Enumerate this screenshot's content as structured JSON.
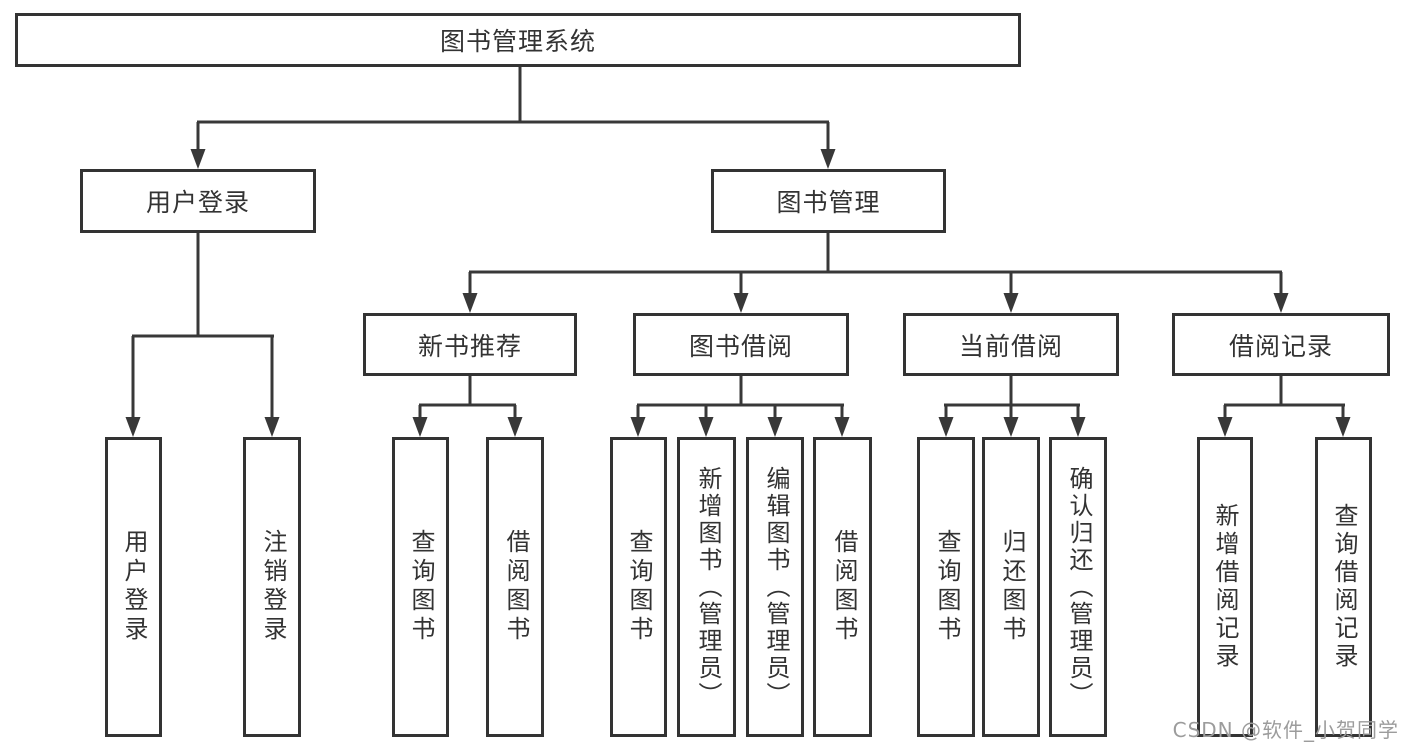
{
  "diagram": {
    "nodes": {
      "root": "图书管理系统",
      "user_login": "用户登录",
      "book_mgmt": "图书管理",
      "new_book_rec": "新书推荐",
      "book_borrow": "图书借阅",
      "current_borrow": "当前借阅",
      "borrow_records": "借阅记录",
      "leaf_user_login": "用户登录",
      "leaf_logout": "注销登录",
      "leaf_nb_query": "查询图书",
      "leaf_nb_borrow": "借阅图书",
      "leaf_bb_query": "查询图书",
      "leaf_bb_add": "新增图书（管理员）",
      "leaf_bb_edit": "编辑图书（管理员）",
      "leaf_bb_borrow": "借阅图书",
      "leaf_cb_query": "查询图书",
      "leaf_cb_return": "归还图书",
      "leaf_cb_confirm": "确认归还（管理员）",
      "leaf_br_add": "新增借阅记录",
      "leaf_br_query": "查询借阅记录"
    },
    "colors": {
      "line": "#383838",
      "border": "#333333",
      "text": "#333333",
      "background": "#ffffff",
      "watermark_text": "#9c9c9c"
    },
    "watermark": "CSDN @软件_小贺同学"
  }
}
